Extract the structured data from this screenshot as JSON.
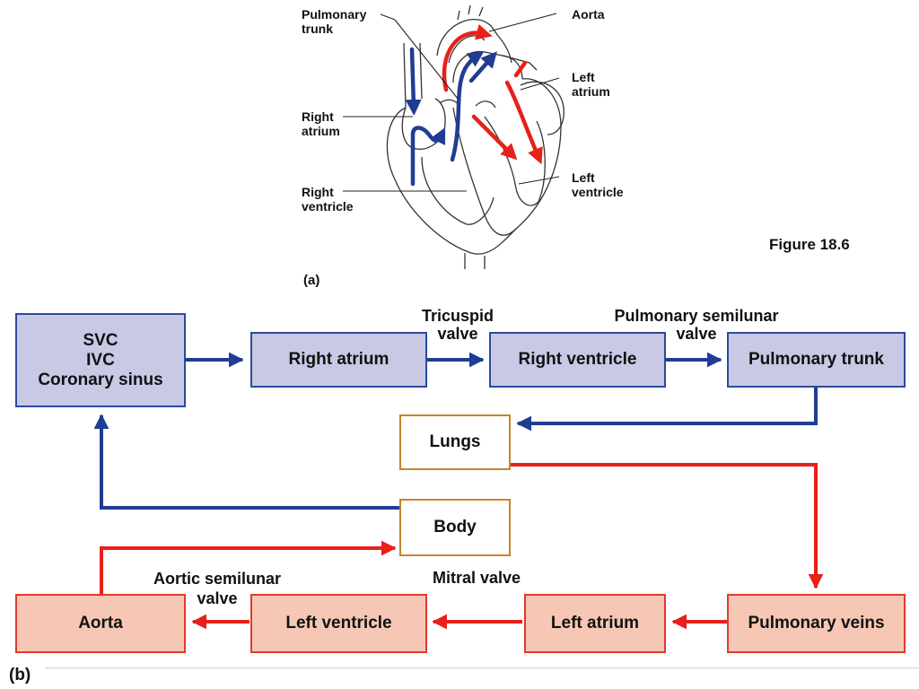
{
  "part_a": {
    "label": "(a)",
    "heart_labels": {
      "pulmonary_trunk": "Pulmonary\ntrunk",
      "aorta": "Aorta",
      "left_atrium": "Left\natrium",
      "right_atrium": "Right\natrium",
      "left_ventricle": "Left\nventricle",
      "right_ventricle": "Right\nventricle"
    }
  },
  "figure_caption": "Figure 18.6",
  "part_b": {
    "label": "(b)",
    "boxes": {
      "svc_ivc": "SVC\nIVC\nCoronary sinus",
      "right_atrium": "Right atrium",
      "right_ventricle": "Right ventricle",
      "pulmonary_trunk": "Pulmonary trunk",
      "lungs": "Lungs",
      "body": "Body",
      "aorta": "Aorta",
      "left_ventricle": "Left ventricle",
      "left_atrium": "Left atrium",
      "pulmonary_veins": "Pulmonary veins"
    },
    "valves": {
      "tricuspid": "Tricuspid\nvalve",
      "pulmonary_semilunar": "Pulmonary semilunar\nvalve",
      "aortic_semilunar": "Aortic semilunar\nvalve",
      "mitral": "Mitral valve"
    }
  },
  "colors": {
    "deoxygenated": "#1f3d92",
    "oxygenated": "#e8201a",
    "blue_box_fill": "#c9c9e6",
    "red_box_fill": "#f6c7b4",
    "organ_border": "#c8832b"
  }
}
